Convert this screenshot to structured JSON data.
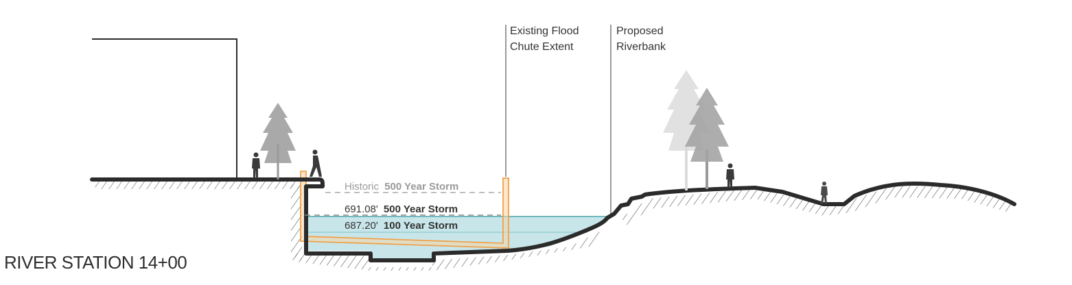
{
  "title": "RIVER STATION 14+00",
  "annotations": {
    "flood_chute_line1": "Existing Flood",
    "flood_chute_line2": "Chute Extent",
    "riverbank_line1": "Proposed",
    "riverbank_line2": "Riverbank"
  },
  "storm_levels": {
    "historic": {
      "prefix": "Historic",
      "label": "500 Year Storm"
    },
    "storm_500": {
      "elevation": "691.08'",
      "label": "500 Year Storm"
    },
    "storm_100": {
      "elevation": "687.20'",
      "label": "100 Year Storm"
    }
  },
  "colors": {
    "ground": "#2b2b2b",
    "water": "#c8e6ea",
    "water_edge": "#4fa3ad",
    "chute_outline": "#f0a24a",
    "chute_fill": "#f6d3a4",
    "tree": "#9a9a9a",
    "tree_faded": "#d9d9d9",
    "dashed": "#9e9e9e",
    "text": "#333333"
  }
}
